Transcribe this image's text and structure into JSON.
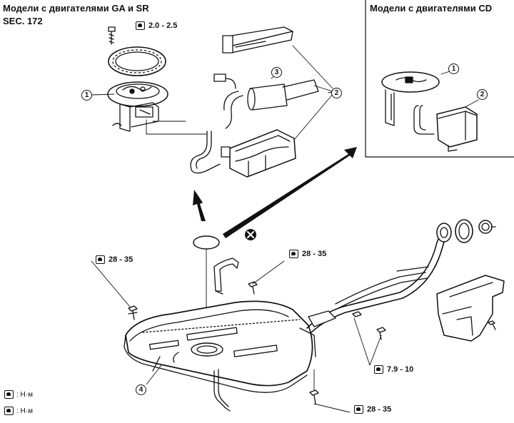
{
  "titles": {
    "ga_sr_models": "Модели с двигателями GA и SR",
    "section": "SEC. 172",
    "cd_models": "Модели с двигателями CD"
  },
  "torque_specs": [
    {
      "id": "pump-cover-bolt",
      "value": "2.0 - 2.5"
    },
    {
      "id": "tank-left-bolt",
      "value": "28 - 35"
    },
    {
      "id": "tank-center-bolt",
      "value": "28 - 35"
    },
    {
      "id": "filler-tube-bolts",
      "value": "7.9 - 10"
    },
    {
      "id": "tank-bottom-bolt",
      "value": "28 - 35"
    }
  ],
  "callouts": [
    "1",
    "2",
    "3",
    "4"
  ],
  "legend": [
    {
      "icon": "torque-wrench-icon",
      "unit": ": Н·м"
    },
    {
      "icon": "torque-wrench-icon",
      "unit": ": Н·м"
    }
  ],
  "icons": {
    "do_not_reuse": "circled-x-icon",
    "torque": "torque-wrench-icon"
  }
}
